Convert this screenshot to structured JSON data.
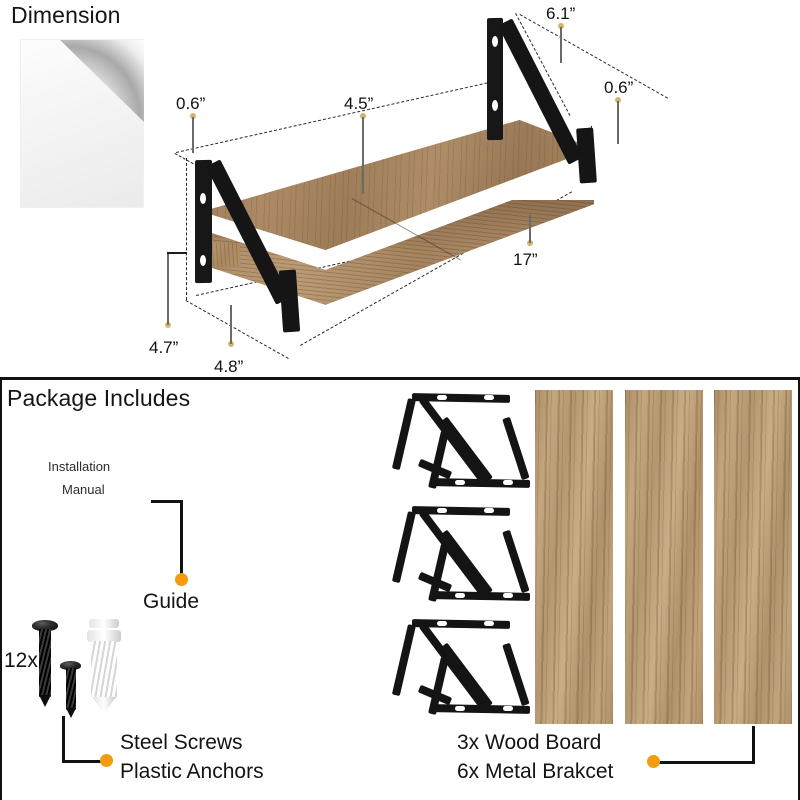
{
  "page": {
    "background_color": "#ffffff",
    "divider_color": "#111111",
    "accent_dot_color": "#f59b11",
    "wood_color": "#b5986f",
    "metal_color": "#141414"
  },
  "dimension_section": {
    "title": "Dimension",
    "product": "floating wall shelf with metal brackets",
    "measurements": [
      {
        "id": "bracket-thickness-left",
        "value": "0.6”",
        "describes": "left bracket bar width"
      },
      {
        "id": "shelf-depth",
        "value": "4.5”",
        "describes": "shelf board depth"
      },
      {
        "id": "bracket-height",
        "value": "6.1”",
        "describes": "rear bracket height"
      },
      {
        "id": "bracket-thickness-right",
        "value": "0.6”",
        "describes": "right bracket bar width"
      },
      {
        "id": "shelf-length",
        "value": "17”",
        "describes": "shelf board length"
      },
      {
        "id": "overall-height",
        "value": "4.7”",
        "describes": "overall assembled height"
      },
      {
        "id": "board-front-depth",
        "value": "4.8”",
        "describes": "front board depth"
      }
    ]
  },
  "package_section": {
    "title": "Package Includes",
    "manual": {
      "line1": "Installation",
      "line2": "Manual",
      "callout": "Guide"
    },
    "hardware": {
      "count": "12x",
      "callout_line1": "Steel Screws",
      "callout_line2": "Plastic Anchors",
      "items": [
        "long black steel screw",
        "short black steel screw",
        "white plastic anchor"
      ]
    },
    "components": {
      "callout_line1": "3x Wood Board",
      "callout_line2": "6x Metal Brakcet",
      "bracket_pairs": 3,
      "brackets_total": 6,
      "boards_total": 3
    }
  }
}
